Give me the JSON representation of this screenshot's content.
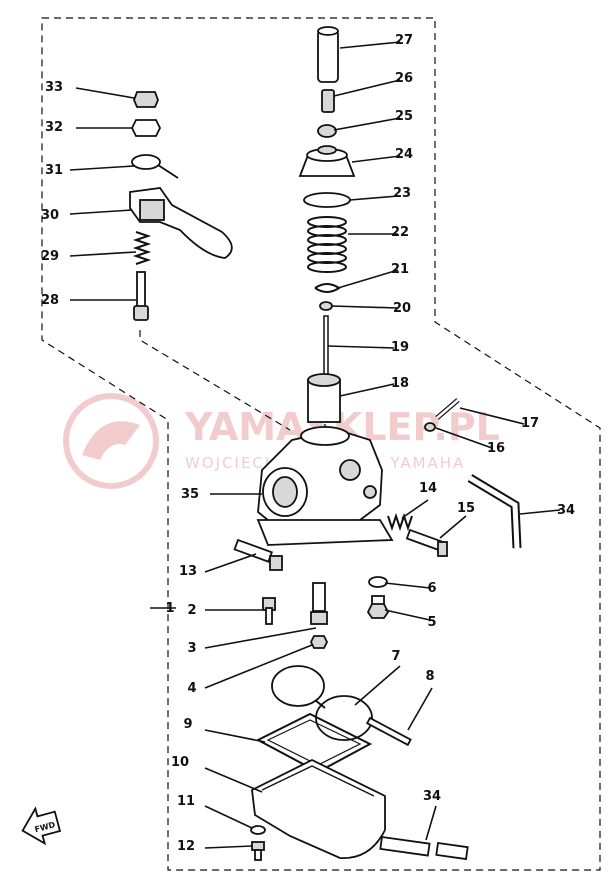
{
  "diagram": {
    "part_numbers": [
      "1",
      "2",
      "3",
      "4",
      "5",
      "6",
      "7",
      "8",
      "9",
      "10",
      "11",
      "12",
      "13",
      "14",
      "15",
      "16",
      "17",
      "18",
      "19",
      "20",
      "21",
      "22",
      "23",
      "24",
      "25",
      "26",
      "27",
      "28",
      "29",
      "30",
      "31",
      "32",
      "33",
      "34",
      "34",
      "35"
    ],
    "fwd_label": "FWD"
  },
  "watermark": {
    "title": "YAMASKLEP.PL",
    "subtitle": "WOJCIECH ... DEALER YAMAHA",
    "color": "#e9a3a3"
  }
}
